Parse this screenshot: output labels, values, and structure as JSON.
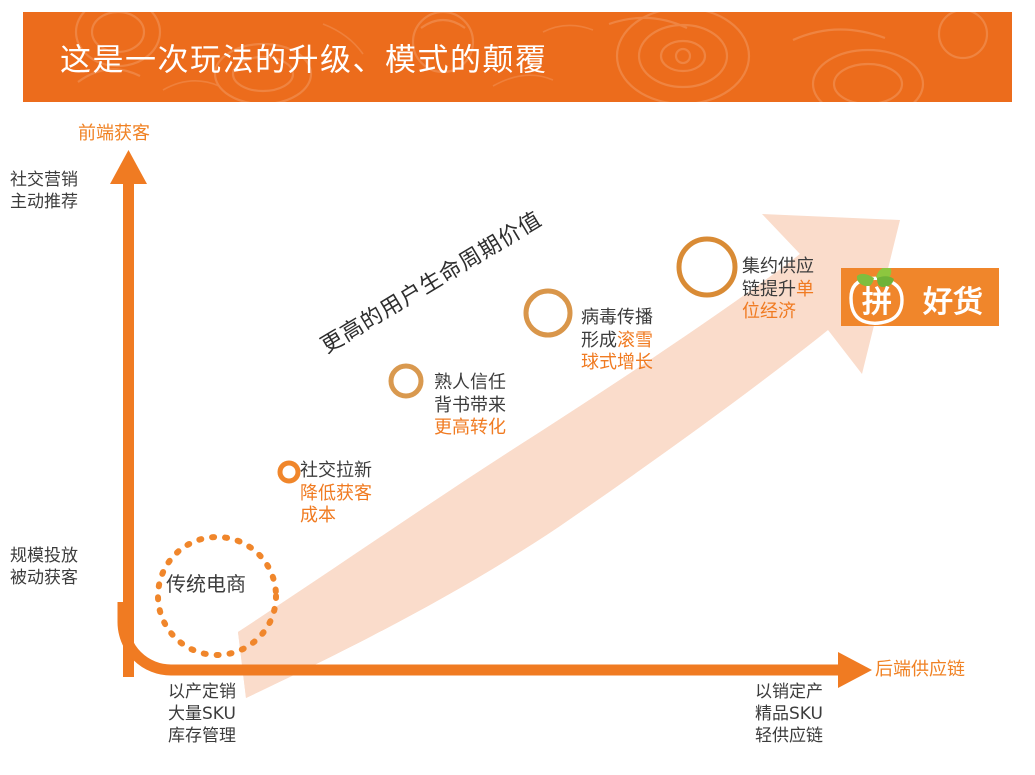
{
  "header": {
    "title": "这是一次玩法的升级、模式的颠覆",
    "bg_color": "#EC6C1C",
    "text_color": "#FFFFFF"
  },
  "brand": {
    "logo_text": "拼好货",
    "logo_bg": "#F0862B",
    "leaf_color": "#7FBE3F"
  },
  "axes": {
    "y_title": "前端获客",
    "y_top_note": "社交营销\n主动推荐",
    "y_top_note_line1": "社交营销",
    "y_top_note_line2": "主动推荐",
    "y_bottom_note_line1": "规模投放",
    "y_bottom_note_line2": "被动获客",
    "x_title": "后端供应链",
    "x_left_note_line1": "以产定销",
    "x_left_note_line2": "大量SKU",
    "x_left_note_line3": "库存管理",
    "x_right_note_line1": "以销定产",
    "x_right_note_line2": "精品SKU",
    "x_right_note_line3": "轻供应链",
    "axis_color": "#F07B22"
  },
  "origin": {
    "label": "传统电商",
    "ring_style": "dotted",
    "ring_color": "#F0862B"
  },
  "growth_label": {
    "text": "更高的用户生命周期价值",
    "rotation_deg": -31
  },
  "swoosh": {
    "color": "#FADCCB",
    "direction": "up-right"
  },
  "chart_data": {
    "type": "scatter",
    "title": "这是一次玩法的升级、模式的颠覆",
    "xlabel": "后端供应链",
    "ylabel": "前端获客",
    "xlim": [
      0,
      100
    ],
    "ylim": [
      0,
      100
    ],
    "grid": false,
    "legend": "none",
    "annotations": [
      {
        "text": "更高的用户生命周期价值",
        "position": "diagonal-trend"
      },
      {
        "text": "传统电商",
        "position": "origin"
      }
    ],
    "points": [
      {
        "x": 18,
        "y": 22,
        "marker_size": 11,
        "label_plain": "社交拉新",
        "label_highlight": "降低获客\n成本",
        "l1_plain": "社交拉新",
        "l1_hl": "",
        "l2_plain": "",
        "l2_hl": "降低获客",
        "l3_plain": "",
        "l3_hl": "成本"
      },
      {
        "x": 35,
        "y": 41,
        "marker_size": 19,
        "l1_plain": "熟人信任",
        "l1_hl": "",
        "l2_plain": "背书带来",
        "l2_hl": "",
        "l3_plain": "",
        "l3_hl": "更高转化"
      },
      {
        "x": 54,
        "y": 57,
        "marker_size": 27,
        "l1_plain": "病毒传播",
        "l1_hl": "",
        "l2_plain": "形成",
        "l2_hl": "滚雪",
        "l3_plain": "",
        "l3_hl": "球式增长"
      },
      {
        "x": 72,
        "y": 71,
        "marker_size": 35,
        "l1_plain": "集约供应",
        "l1_hl": "",
        "l2_plain": "链提升",
        "l2_hl": "单",
        "l3_plain": "",
        "l3_hl": "位经济"
      }
    ],
    "marker_ring_colors": [
      "#F0862B",
      "#D9994F",
      "#D9964A",
      "#D98B35"
    ],
    "highlight_color": "#F07B22",
    "plain_color": "#3C3C3C"
  }
}
